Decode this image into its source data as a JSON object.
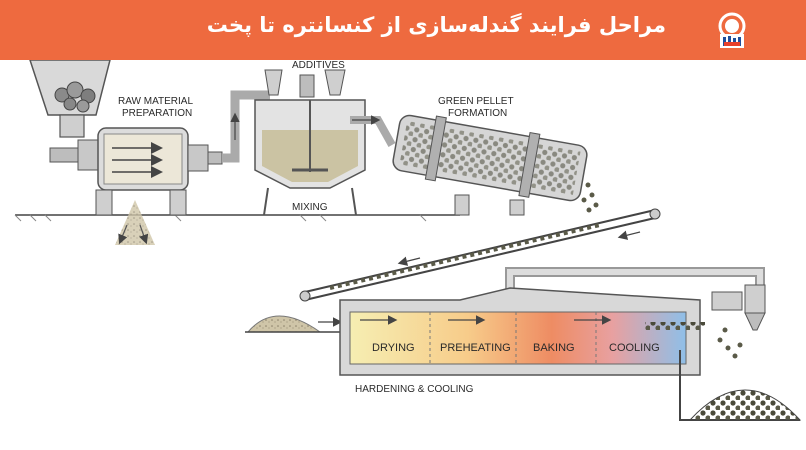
{
  "header": {
    "title": "مراحل فرایند گندله‌سازی از کنسانتره تا پخت",
    "logo_icon": "company-logo-icon",
    "background_color": "#ee6a3f"
  },
  "labels": {
    "raw_material_line1": "RAW MATERIAL",
    "raw_material_line2": "PREPARATION",
    "additives": "ADDITIVES",
    "mixing": "MIXING",
    "green_pellet_line1": "GREEN PELLET",
    "green_pellet_line2": "FORMATION",
    "hardening": "HARDENING & COOLING"
  },
  "furnace_zones": [
    {
      "label": "DRYING",
      "color": "#f5e9a8"
    },
    {
      "label": "PREHEATING",
      "color": "#f6c47c"
    },
    {
      "label": "BAKING",
      "color": "#ef8a62"
    },
    {
      "label": "COOLING",
      "color": "#9cc3e6"
    }
  ]
}
